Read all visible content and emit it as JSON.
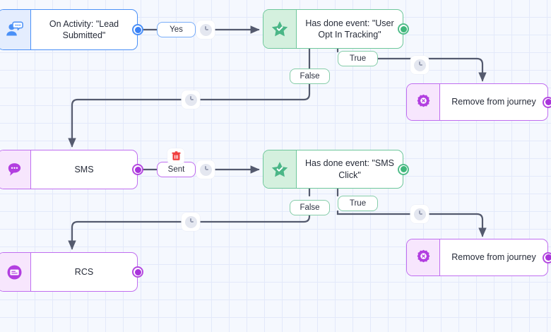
{
  "canvas": {
    "title": "Journey Builder Canvas",
    "background_color": "#f5f8fe",
    "grid_color": "#e3e9fa",
    "grid_size": 25
  },
  "colors": {
    "trigger_blue": "#4a90f7",
    "trigger_blue_fill": "#e4edfe",
    "condition_green": "#6ec79b",
    "condition_green_fill": "#d4f0de",
    "channel_purple": "#c06ef0",
    "channel_purple_fill": "#f7e6fd",
    "wire": "#545a6e",
    "delete_red": "#f04040"
  },
  "nodes": [
    {
      "id": "trigger",
      "type": "trigger",
      "icon": "person-speech-bubble-icon",
      "label": "On Activity: \"Lead Submitted\"",
      "port_color": "trigger_blue"
    },
    {
      "id": "condition-opt-in",
      "type": "condition",
      "icon": "star-check-icon",
      "label": "Has done event: \"User Opt In Tracking\"",
      "port_color": "condition_green"
    },
    {
      "id": "remove-journey-1",
      "type": "action",
      "icon": "gear-x-icon",
      "label": "Remove from journey",
      "port_color": "channel_purple"
    },
    {
      "id": "sms",
      "type": "channel",
      "icon": "sms-bubble-icon",
      "label": "SMS",
      "port_color": "channel_purple"
    },
    {
      "id": "condition-sms-click",
      "type": "condition",
      "icon": "star-check-icon",
      "label": "Has done event: \"SMS Click\"",
      "port_color": "condition_green"
    },
    {
      "id": "remove-journey-2",
      "type": "action",
      "icon": "gear-x-icon",
      "label": "Remove from journey",
      "port_color": "channel_purple"
    },
    {
      "id": "rcs",
      "type": "channel",
      "icon": "rcs-message-icon",
      "label": "RCS",
      "port_color": "channel_purple"
    }
  ],
  "branch_labels": {
    "trigger_yes": "Yes",
    "opt_in_true": "True",
    "opt_in_false": "False",
    "sms_sent": "Sent",
    "sms_click_true": "True",
    "sms_click_false": "False"
  },
  "chips": {
    "delay_icon": "clock-icon",
    "delete_icon": "trash-icon",
    "delay_count": 6,
    "delete_count": 1
  }
}
